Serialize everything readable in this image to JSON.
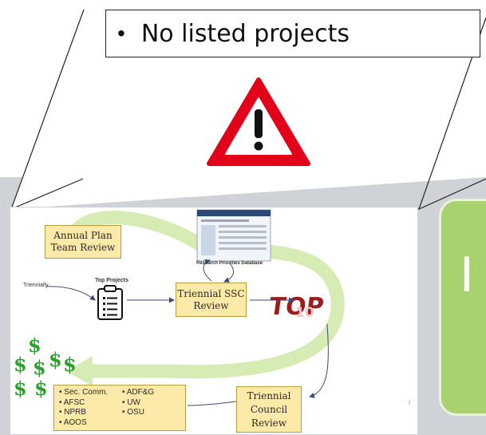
{
  "note": {
    "bullet": "•",
    "text": "No listed projects"
  },
  "slide": {
    "annual_plan": "Annual Plan Team Review",
    "triennially": "Triennially",
    "top_projects": "Top Projects",
    "research_db": "Research Priorities Database",
    "triennial_ssc": "Triennial SSC Review",
    "triennial_council": "Triennial Council Review",
    "funders": [
      "Sec. Comm.",
      "ADF&G",
      "AFSC",
      "UW",
      "NPRB",
      "OSU",
      "AOOS"
    ],
    "page_number": "7",
    "top10_text": "TOP",
    "top10_num": "10"
  },
  "right_panel": {
    "letter": "I"
  },
  "colors": {
    "warning_red": "#e3001b",
    "box_yellow": "#fde9a8",
    "arrow_green": "#d7ecb5",
    "dollar_green": "#2ca02c",
    "panel_green": "#a9d26f",
    "band_grey": "#cfd3d8"
  }
}
